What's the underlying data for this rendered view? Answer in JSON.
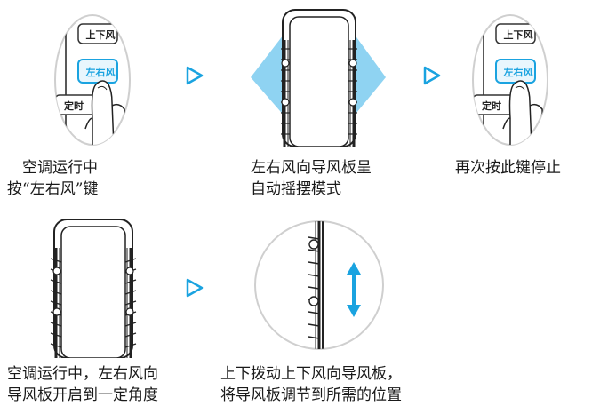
{
  "steps": [
    {
      "buttons": {
        "top": "上下风",
        "active": "左右风",
        "partial": "定时"
      },
      "caption_lines": [
        "　空调运行中",
        "按“左右风”键"
      ]
    },
    {
      "caption_lines": [
        "左右风向导风板呈",
        "自动摇摆模式"
      ]
    },
    {
      "buttons": {
        "top": "上下风",
        "active": "左右风",
        "partial": "定时"
      },
      "caption_lines": [
        "再次按此键停止"
      ]
    },
    {
      "caption_lines": [
        "空调运行中，左右风向",
        "导风板开启到一定角度"
      ]
    },
    {
      "caption_lines": [
        "上下拨动上下风向导风板，",
        "将导风板调节到所需的位置"
      ]
    }
  ],
  "colors": {
    "accent_blue": "#1aa3e0",
    "arrow_light": "#8fd3f2",
    "line": "#222222"
  },
  "icons": [
    "next-step-arrow-icon",
    "hand-pointer-icon",
    "swing-arrows-icon",
    "up-down-arrow-icon"
  ]
}
